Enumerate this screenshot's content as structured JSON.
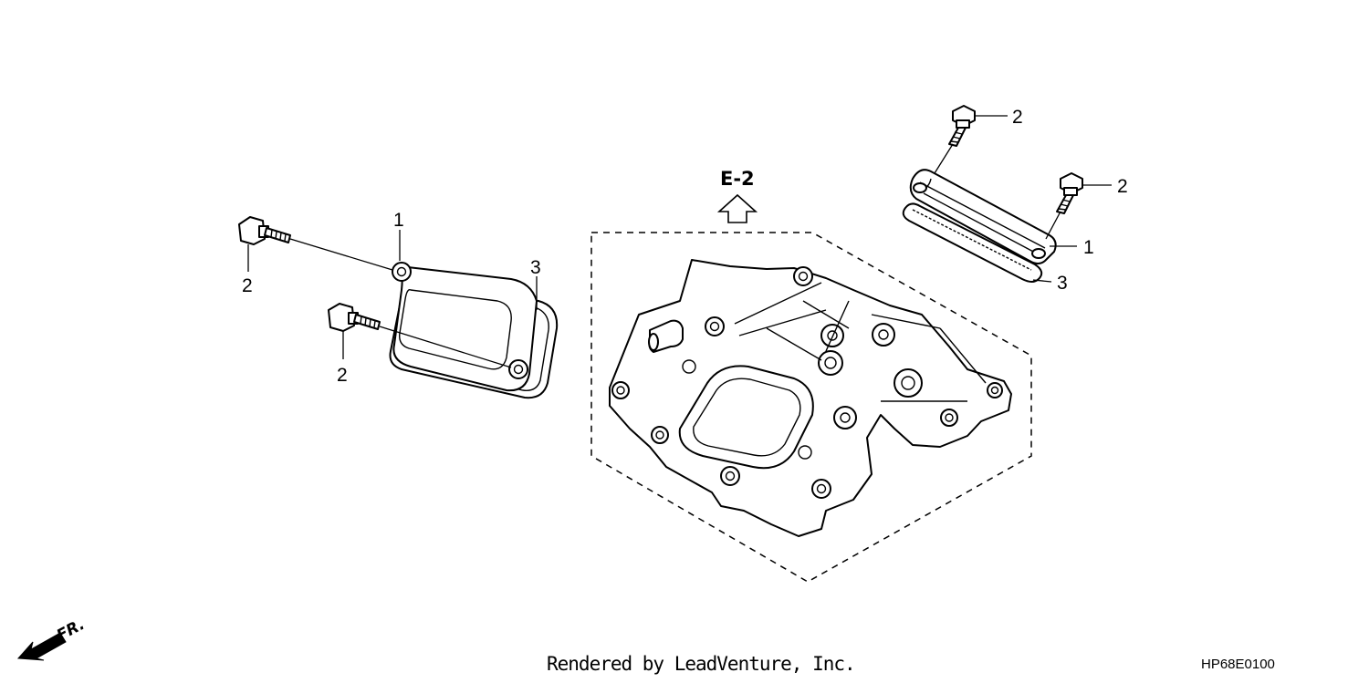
{
  "diagram": {
    "reference_label": "E-2",
    "front_label": "FR.",
    "callouts": {
      "left_cover": "1",
      "left_bolt_upper": "2",
      "left_bolt_lower": "2",
      "left_gasket": "3",
      "right_bolt_upper": "2",
      "right_bolt_lower": "2",
      "right_cover": "1",
      "right_gasket": "3"
    }
  },
  "footer": {
    "credit": "Rendered by LeadVenture, Inc.",
    "diagram_code": "HP68E0100"
  }
}
